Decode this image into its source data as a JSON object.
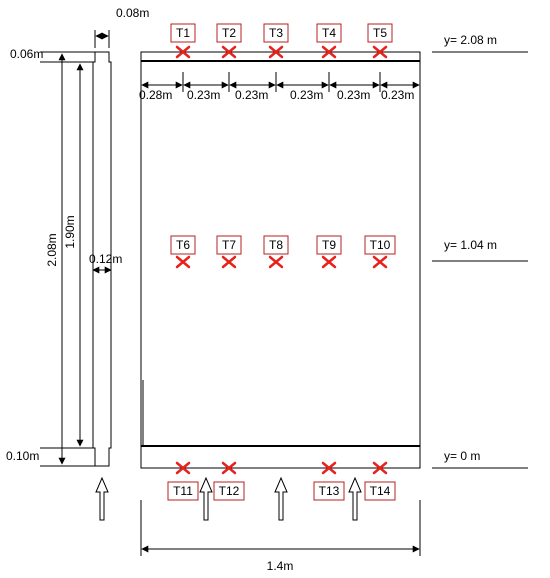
{
  "dims": {
    "wall_thickness_top": "0.08m",
    "top_ledge": "0.06m",
    "total_height": "2.08m",
    "inner_height": "1.90m",
    "wall_thickness": "0.12m",
    "bottom_ledge": "0.10m",
    "total_width": "1.4m",
    "spacings": [
      "0.28m",
      "0.23m",
      "0.23m",
      "0.23m",
      "0.23m",
      "0.23m"
    ]
  },
  "levels": [
    {
      "label": "y= 2.08 m"
    },
    {
      "label": "y= 1.04 m"
    },
    {
      "label": "y= 0 m"
    }
  ],
  "sensors_top": [
    "T1",
    "T2",
    "T3",
    "T4",
    "T5"
  ],
  "sensors_mid": [
    "T6",
    "T7",
    "T8",
    "T9",
    "T10"
  ],
  "sensors_bottom": [
    "T11",
    "T12",
    "T13",
    "T14"
  ],
  "colors": {
    "marker": "#e8211b",
    "label_border": "#b32020",
    "line": "#000000"
  },
  "icons": [
    "cross-marker-icon",
    "up-arrow-icon",
    "double-arrow-icon"
  ]
}
